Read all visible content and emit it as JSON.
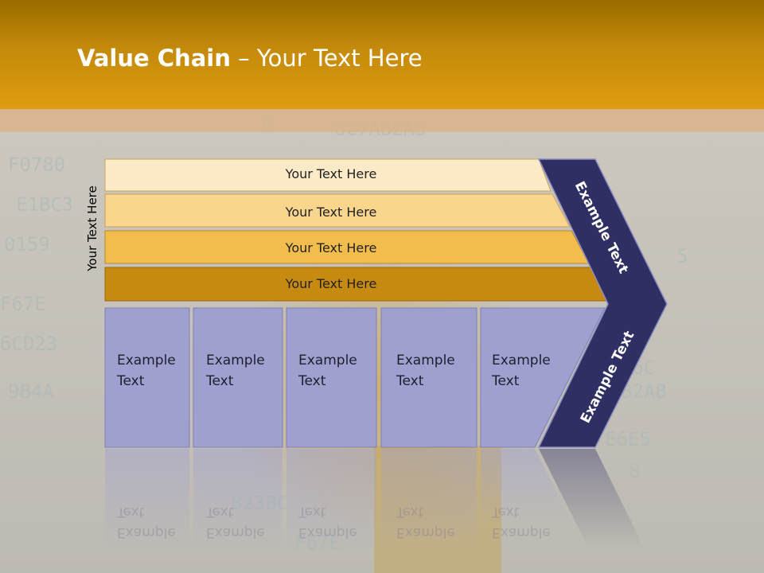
{
  "slide": {
    "title_bold": "Value Chain",
    "title_sep": " – ",
    "title_rest": "Your Text Here"
  },
  "side_label": "Your Text Here",
  "bands": [
    {
      "label": "Your Text Here",
      "color": "#fdebc7"
    },
    {
      "label": "Your Text Here",
      "color": "#f9d58e"
    },
    {
      "label": "Your Text Here",
      "color": "#f3bd4d"
    },
    {
      "label": "Your Text Here",
      "color": "#c78a10"
    }
  ],
  "columns": [
    {
      "line1": "Example",
      "line2": "Text"
    },
    {
      "line1": "Example",
      "line2": "Text"
    },
    {
      "line1": "Example",
      "line2": "Text"
    },
    {
      "line1": "Example",
      "line2": "Text"
    },
    {
      "line1": "Example",
      "line2": "Text"
    }
  ],
  "chevron": {
    "upper_label": "Example Text",
    "lower_label": "Example Text",
    "color": "#2f2f63"
  },
  "colors": {
    "column_fill": "#9fa0cf",
    "header_gold": "#df9c10"
  }
}
